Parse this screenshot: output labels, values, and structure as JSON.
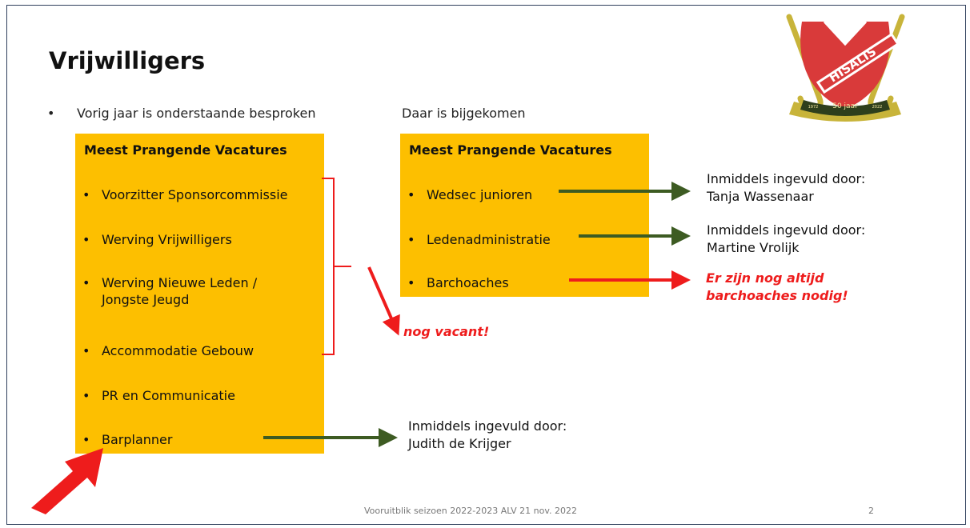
{
  "slide": {
    "title": "Vrijwilligers",
    "intro_bullet": "Vorig jaar is onderstaande besproken",
    "added_heading": "Daar is bijgekomen",
    "left_box": {
      "header": "Meest Prangende Vacatures",
      "items": [
        {
          "line1": "Voorzitter Sponsorcommissie",
          "line2": ""
        },
        {
          "line1": "Werving Vrijwilligers",
          "line2": ""
        },
        {
          "line1": "Werving Nieuwe Leden /",
          "line2": "Jongste Jeugd"
        },
        {
          "line1": "Accommodatie Gebouw",
          "line2": ""
        },
        {
          "line1": "PR en Communicatie",
          "line2": ""
        },
        {
          "line1": "Barplanner",
          "line2": ""
        }
      ]
    },
    "right_box": {
      "header": "Meest Prangende Vacatures",
      "items": [
        "Wedsec junioren",
        "Ledenadministratie",
        "Barchoaches"
      ]
    },
    "notes": {
      "wedsec": {
        "line1": "Inmiddels ingevuld door:",
        "line2": "Tanja Wassenaar"
      },
      "leden": {
        "line1": "Inmiddels ingevuld door:",
        "line2": "Martine Vrolijk"
      },
      "barchoaches": {
        "line1": "Er zijn nog altijd",
        "line2": "barchoaches nodig!"
      },
      "barplanner": {
        "line1": "Inmiddels ingevuld door:",
        "line2": "Judith de Krijger"
      },
      "vacant": "nog vacant!"
    },
    "logo": {
      "name": "HISALIS",
      "anniversary": "50 jaar",
      "year_left": "1972",
      "year_right": "2022"
    },
    "footer": "Vooruitblik seizoen 2022-2023 ALV 21 nov. 2022",
    "page_number": "2",
    "colors": {
      "box": "#fdbf00",
      "green_arrow": "#3d5b22",
      "red": "#ee1c1c",
      "logo_red": "#d93a3a",
      "logo_gold": "#c8b43a"
    },
    "bullet_char": "•"
  }
}
